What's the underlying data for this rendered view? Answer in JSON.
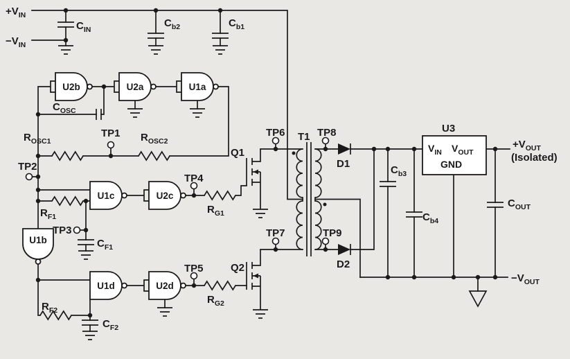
{
  "colors": {
    "background": "#e9e8e5",
    "ink": "#1a1a1a",
    "component_fill": "#ffffff"
  },
  "labels": {
    "vin_pos": {
      "main": "+V",
      "sub": "IN"
    },
    "vin_neg": {
      "main": "−V",
      "sub": "IN"
    },
    "cin": {
      "main": "C",
      "sub": "IN"
    },
    "cb2": {
      "main": "C",
      "sub": "b2"
    },
    "cb1": {
      "main": "C",
      "sub": "b1"
    },
    "u2b": {
      "main": "U2b"
    },
    "u2a": {
      "main": "U2a"
    },
    "u1a": {
      "main": "U1a"
    },
    "cosc": {
      "main": "C",
      "sub": "OSC"
    },
    "rosc1": {
      "main": "R",
      "sub": "OSC1"
    },
    "tp1": {
      "main": "TP1"
    },
    "rosc2": {
      "main": "R",
      "sub": "OSC2"
    },
    "tp2": {
      "main": "TP2"
    },
    "u1c": {
      "main": "U1c"
    },
    "u2c": {
      "main": "U2c"
    },
    "tp4": {
      "main": "TP4"
    },
    "rg1": {
      "main": "R",
      "sub": "G1"
    },
    "rf1": {
      "main": "R",
      "sub": "F1"
    },
    "tp3": {
      "main": "TP3"
    },
    "cf1": {
      "main": "C",
      "sub": "F1"
    },
    "u1b": {
      "main": "U1b"
    },
    "u1d": {
      "main": "U1d"
    },
    "u2d": {
      "main": "U2d"
    },
    "tp5": {
      "main": "TP5"
    },
    "rf2": {
      "main": "R",
      "sub": "F2"
    },
    "cf2": {
      "main": "C",
      "sub": "F2"
    },
    "rg2": {
      "main": "R",
      "sub": "G2"
    },
    "q1": {
      "main": "Q1"
    },
    "q2": {
      "main": "Q2"
    },
    "tp6": {
      "main": "TP6"
    },
    "tp7": {
      "main": "TP7"
    },
    "t1": {
      "main": "T1"
    },
    "tp8": {
      "main": "TP8"
    },
    "tp9": {
      "main": "TP9"
    },
    "d1": {
      "main": "D1"
    },
    "d2": {
      "main": "D2"
    },
    "cb3": {
      "main": "C",
      "sub": "b3"
    },
    "cb4": {
      "main": "C",
      "sub": "b4"
    },
    "u3": {
      "main": "U3"
    },
    "u3_vin": {
      "main": "V",
      "sub": "IN"
    },
    "u3_vout": {
      "main": "V",
      "sub": "OUT"
    },
    "u3_gnd": {
      "main": "GND"
    },
    "vout_pos": {
      "main": "+V",
      "sub": "OUT"
    },
    "vout_iso": {
      "main": "(Isolated)"
    },
    "cout": {
      "main": "C",
      "sub": "OUT"
    },
    "vout_neg": {
      "main": "−V",
      "sub": "OUT"
    }
  }
}
